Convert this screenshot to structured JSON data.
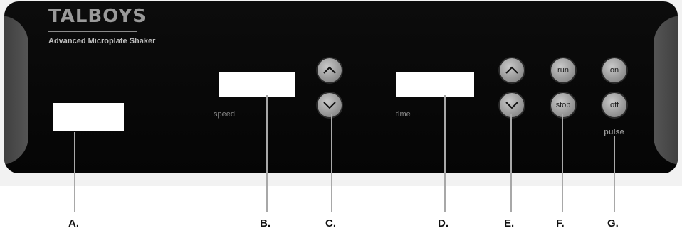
{
  "brand": {
    "name": "TALBOYS",
    "subtitle": "Advanced Microplate Shaker"
  },
  "panel_labels": {
    "speed": "speed",
    "time": "time",
    "pulse": "pulse"
  },
  "buttons": {
    "speed_up": "up-arrow-icon",
    "speed_down": "down-arrow-icon",
    "time_up": "up-arrow-icon",
    "time_down": "down-arrow-icon",
    "run": "run",
    "stop": "stop",
    "on": "on",
    "off": "off"
  },
  "callouts": [
    "A.",
    "B.",
    "C.",
    "D.",
    "E.",
    "F.",
    "G."
  ]
}
